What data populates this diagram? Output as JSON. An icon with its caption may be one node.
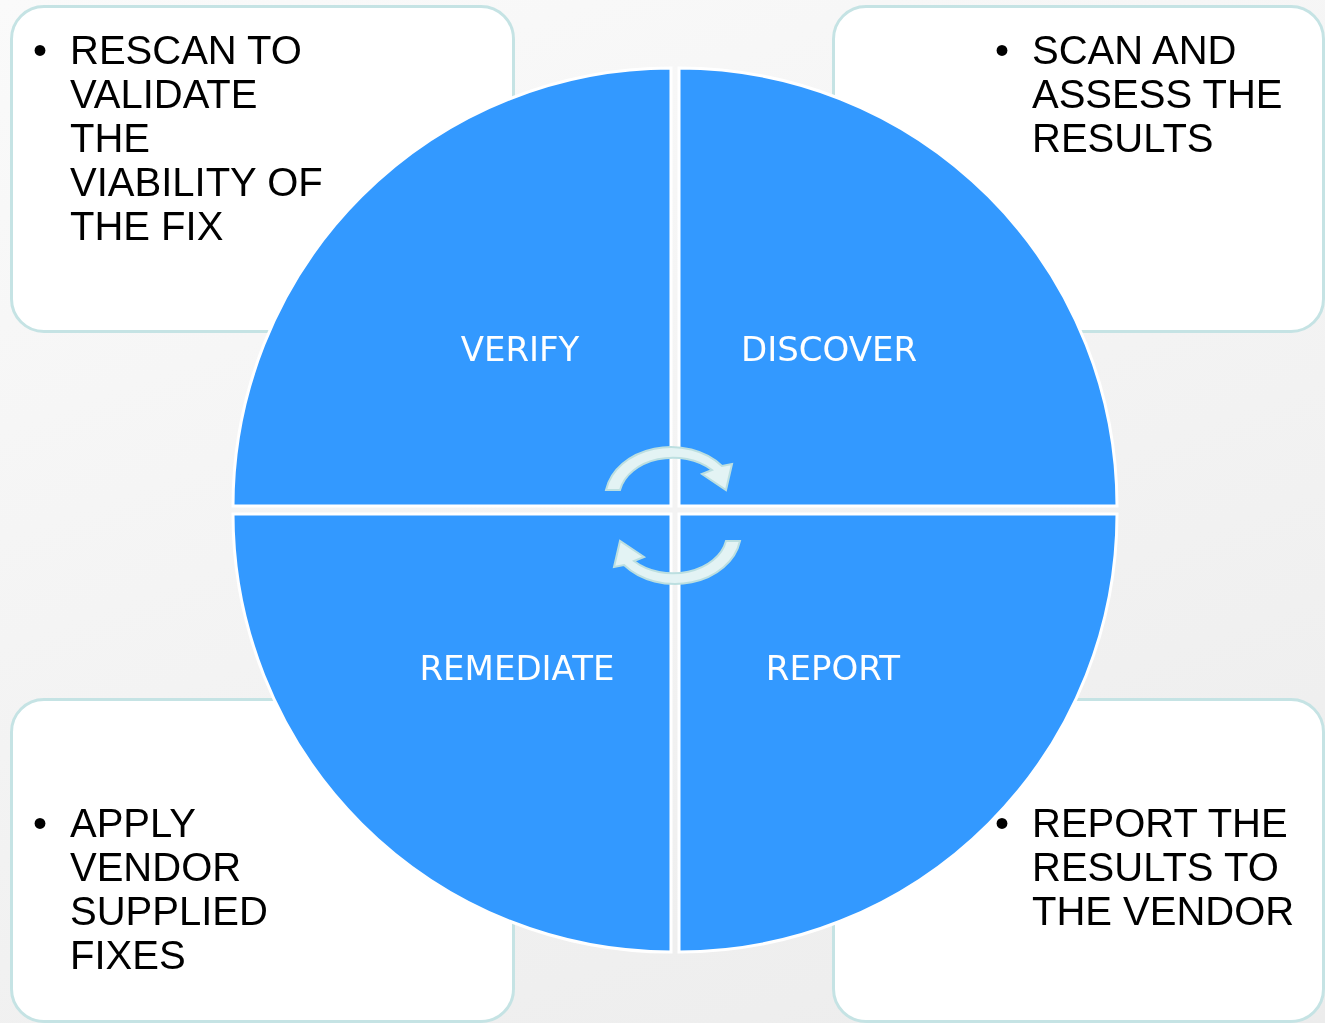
{
  "diagram": {
    "nodes": [
      {
        "text": [
          "•",
          "RESCAN TO VALIDATE THE VIABILITY OF THE FIX"
        ]
      },
      {
        "text": [
          "•",
          "SCAN AND ASSESS THE RESULTS"
        ]
      },
      {
        "text": [
          "VERIFY"
        ]
      },
      {
        "text": [
          "DISCOVER"
        ]
      },
      {
        "text": [
          "REMEDIATE"
        ]
      },
      {
        "text": [
          "REPORT"
        ]
      },
      {
        "text": [
          "•",
          "APPLY VENDOR SUPPLIED FIXES"
        ]
      },
      {
        "text": [
          "•",
          "REPORT THE RESULTS TO THE VENDOR"
        ]
      }
    ],
    "edges": []
  }
}
